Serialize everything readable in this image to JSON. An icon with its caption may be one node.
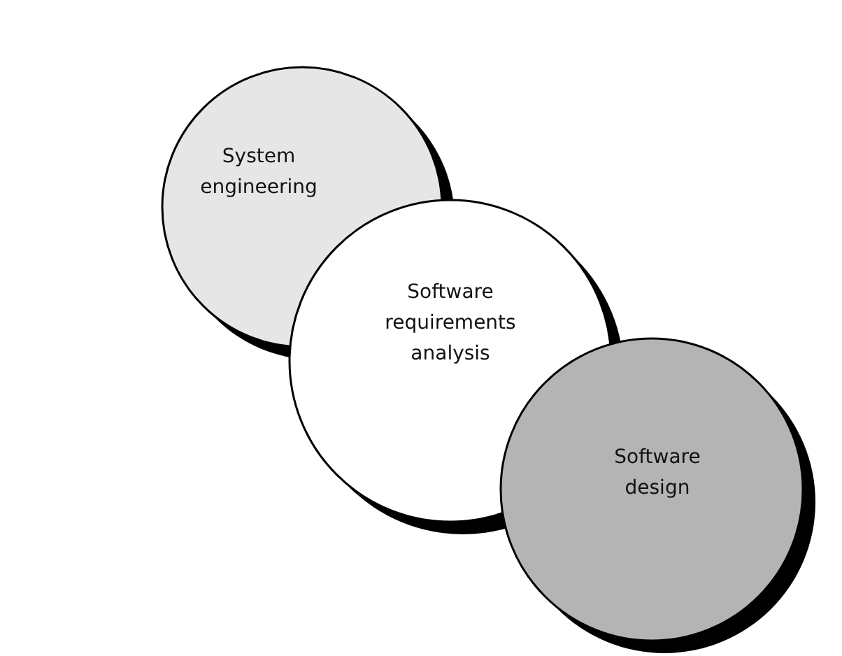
{
  "diagram": {
    "nodes": [
      {
        "text": [
          "System engineering"
        ]
      },
      {
        "text": [
          "Software requirements analysis"
        ]
      },
      {
        "text": [
          "Software design"
        ]
      }
    ],
    "edges": []
  }
}
